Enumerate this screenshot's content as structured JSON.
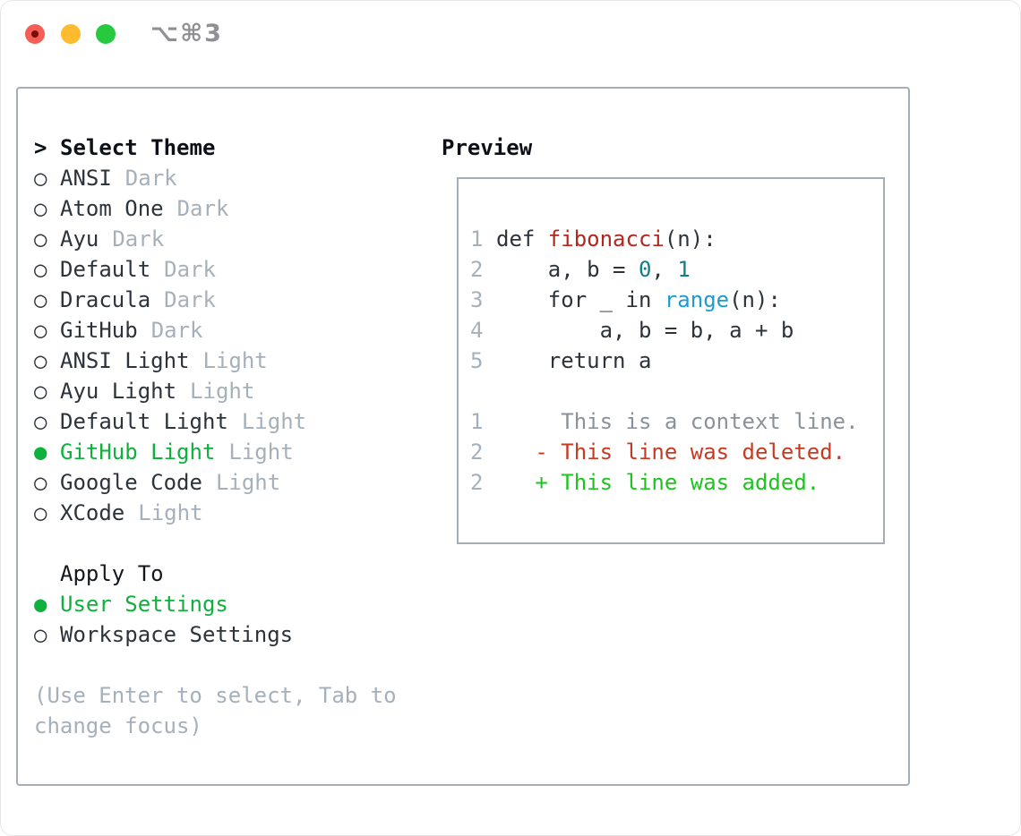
{
  "window": {
    "title_shortcut": "⌥⌘3"
  },
  "colors": {
    "ui_selected_green": "#0eb13c",
    "added_green": "#1dc41d",
    "deleted_red": "#c73a20",
    "function_red": "#b3261e",
    "number_teal": "#0f7f8c",
    "builtin_blue": "#1b9bd0",
    "muted_gray": "#a6b0ba",
    "context_gray": "#8b9199",
    "border_gray": "#a5aeb6",
    "traffic_red": "#f35f57",
    "traffic_yellow": "#fdbb2d",
    "traffic_green": "#27c93f"
  },
  "theme_picker": {
    "header_prefix": ">",
    "header": "Select Theme",
    "themes": [
      {
        "bullet": "○",
        "label": "ANSI",
        "variant": "Dark",
        "selected": false
      },
      {
        "bullet": "○",
        "label": "Atom One",
        "variant": "Dark",
        "selected": false
      },
      {
        "bullet": "○",
        "label": "Ayu",
        "variant": "Dark",
        "selected": false
      },
      {
        "bullet": "○",
        "label": "Default",
        "variant": "Dark",
        "selected": false
      },
      {
        "bullet": "○",
        "label": "Dracula",
        "variant": "Dark",
        "selected": false
      },
      {
        "bullet": "○",
        "label": "GitHub",
        "variant": "Dark",
        "selected": false
      },
      {
        "bullet": "○",
        "label": "ANSI Light",
        "variant": "Light",
        "selected": false
      },
      {
        "bullet": "○",
        "label": "Ayu Light",
        "variant": "Light",
        "selected": false
      },
      {
        "bullet": "○",
        "label": "Default Light",
        "variant": "Light",
        "selected": false
      },
      {
        "bullet": "●",
        "label": "GitHub Light",
        "variant": "Light",
        "selected": true
      },
      {
        "bullet": "○",
        "label": "Google Code",
        "variant": "Light",
        "selected": false
      },
      {
        "bullet": "○",
        "label": "XCode",
        "variant": "Light",
        "selected": false
      }
    ],
    "apply_to": {
      "header": "Apply To",
      "options": [
        {
          "bullet": "●",
          "label": "User Settings",
          "selected": true
        },
        {
          "bullet": "○",
          "label": "Workspace Settings",
          "selected": false
        }
      ]
    },
    "hint_line1": "(Use Enter to select, Tab to",
    "hint_line2": "change focus)"
  },
  "preview": {
    "header": "Preview",
    "code": {
      "l1": {
        "n": "1",
        "t1": "def ",
        "t2": "fibonacci",
        "t3": "(n):"
      },
      "l2": {
        "n": "2",
        "t1": "    a, b = ",
        "t2": "0",
        "t3": ", ",
        "t4": "1"
      },
      "l3": {
        "n": "3",
        "t1": "    for _ in ",
        "t2": "range",
        "t3": "(n):"
      },
      "l4": {
        "n": "4",
        "t1": "        a, b = b, a + b"
      },
      "l5": {
        "n": "5",
        "t1": "    return a"
      },
      "d1": {
        "n": "1",
        "text": "     This is a context line."
      },
      "d2": {
        "n": "2",
        "text": "   - This line was deleted."
      },
      "d3": {
        "n": "2",
        "text": "   + This line was added."
      }
    }
  }
}
